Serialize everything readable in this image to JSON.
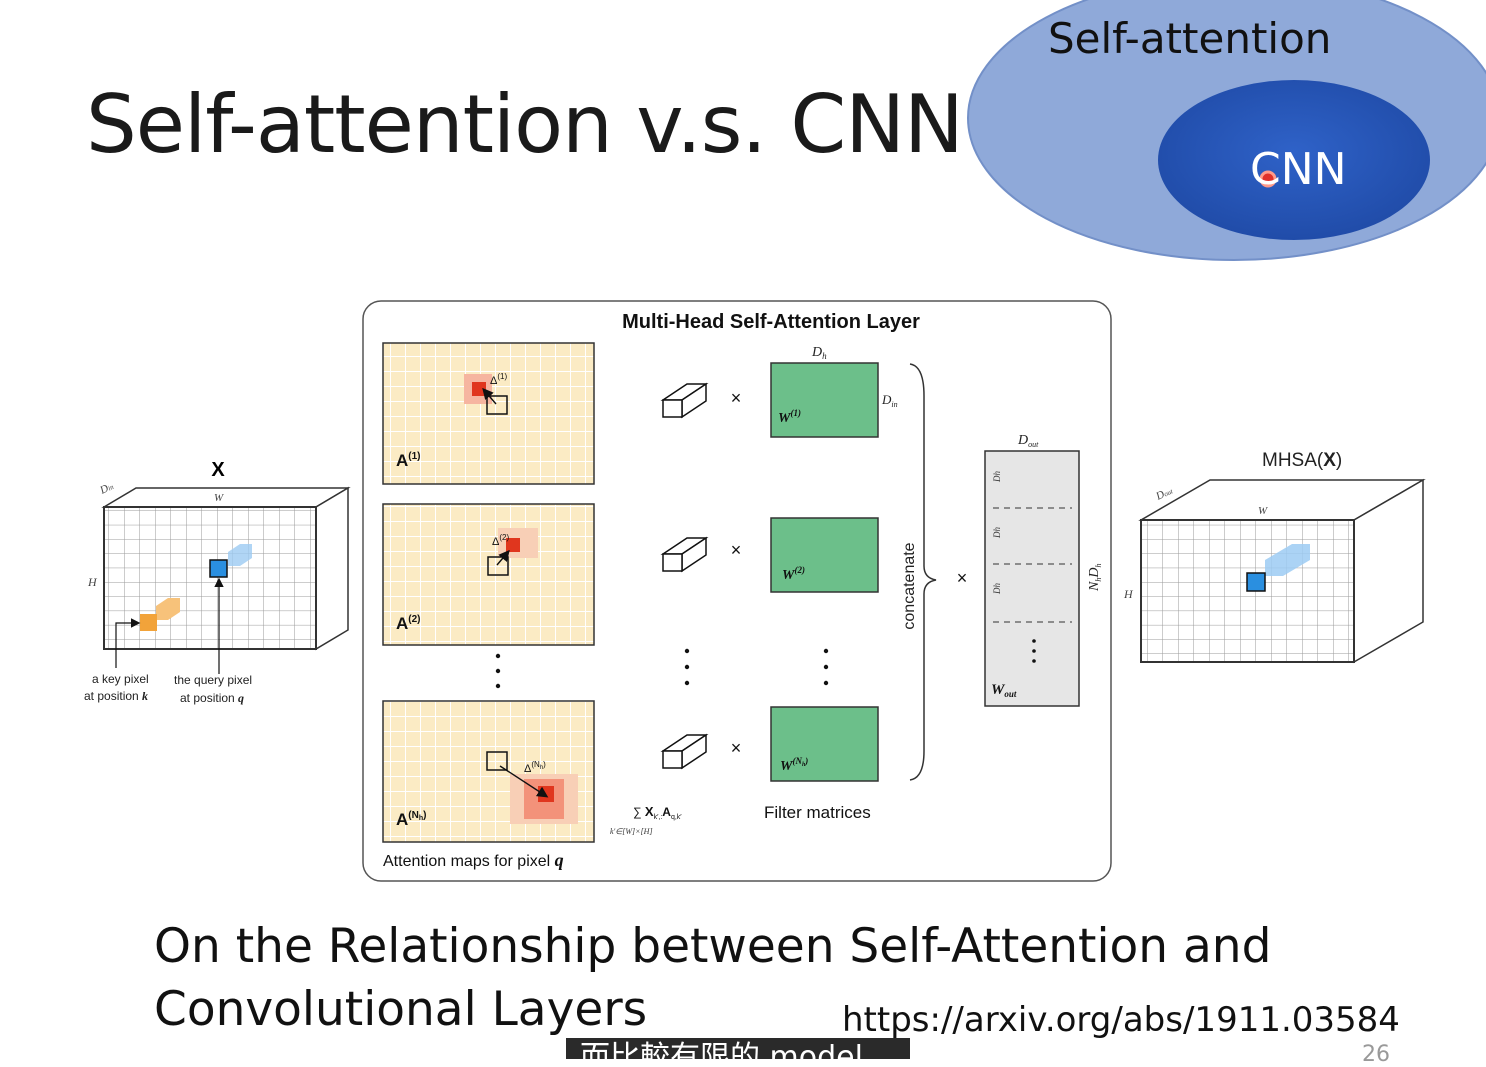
{
  "slide": {
    "title": "Self-attention v.s. CNN",
    "paper_title": "On the Relationship between Self-Attention and Convolutional Layers",
    "url": "https://arxiv.org/abs/1911.03584",
    "subtitle": "而比較有限的 model",
    "page_number": "26"
  },
  "venn": {
    "outer_label": "Self-attention",
    "inner_label": "CNN",
    "outer_color": "#8fa9d9",
    "inner_color": "#2f5fc0"
  },
  "figure": {
    "panel_title": "Multi-Head Self-Attention Layer",
    "input_label": "X",
    "din_label": "D",
    "din_sub": "in",
    "w_label": "W",
    "h_label": "H",
    "key_label_1": "a key pixel",
    "key_label_2": "at position",
    "key_var": "k",
    "query_label_1": "the query pixel",
    "query_label_2": "at position",
    "query_var": "q",
    "map_labels": [
      "(1)",
      "(2)",
      "(N",
      "h",
      ")"
    ],
    "maps_caption": "Attention maps for pixel",
    "maps_caption_var": "q",
    "dh_label": "D",
    "dh_sub": "h",
    "times": "×",
    "filter_caption": "Filter matrices",
    "concat_label": "concatenate",
    "dout_label": "D",
    "dout_sub": "out",
    "nhdh_label": "N",
    "wout_label": "W",
    "output_label": "MHSA(",
    "output_var": "X",
    "output_close": ")",
    "sum_label": "X",
    "sum_a": "A",
    "colors": {
      "map_bg": "#fbebc4",
      "filter": "#6cbf8a",
      "query": "#2a8fe0",
      "key": "#f2a33a",
      "hot": "#e0361e"
    }
  }
}
